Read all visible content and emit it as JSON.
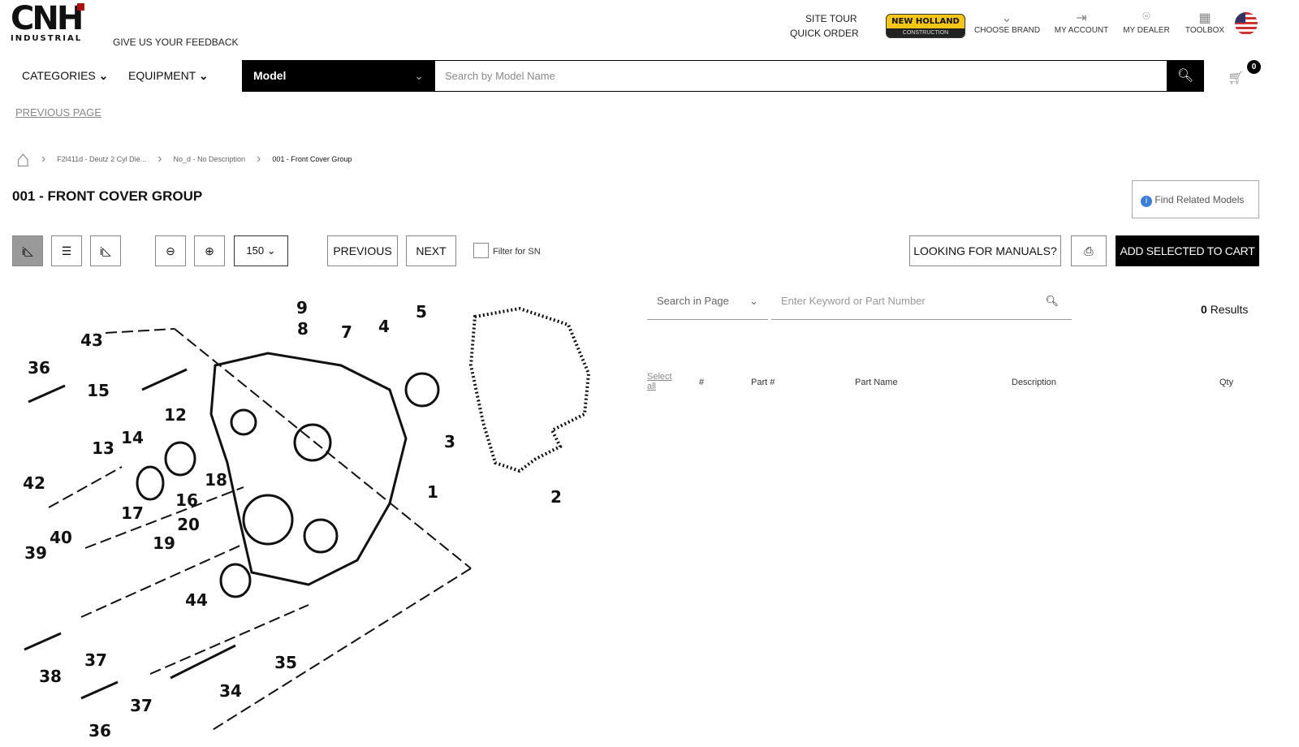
{
  "header": {
    "logo_text": "CNH",
    "logo_sub": "INDUSTRIAL",
    "feedback": "GIVE US YOUR FEEDBACK",
    "site_tour": "SITE TOUR",
    "quick_order": "QUICK ORDER",
    "brand_badge": {
      "line1": "NEW HOLLAND",
      "line2": "CONSTRUCTION"
    },
    "items": [
      {
        "label": "CHOOSE BRAND",
        "icon": "chevron-down-icon"
      },
      {
        "label": "MY ACCOUNT",
        "icon": "login-icon"
      },
      {
        "label": "MY DEALER",
        "icon": "location-pin-icon"
      },
      {
        "label": "TOOLBOX",
        "icon": "grid-icon"
      }
    ]
  },
  "nav": {
    "categories": "CATEGORIES",
    "equipment": "EQUIPMENT",
    "model_select": "Model",
    "search_placeholder": "Search by Model Name",
    "cart_count": "0"
  },
  "previous_page": "PREVIOUS PAGE",
  "breadcrumb": [
    "F2l411d - Deutz 2 Cyl Die...",
    "No_d - No Description",
    "001 - Front Cover Group"
  ],
  "page_title": "001 - FRONT COVER GROUP",
  "find_related": "Find Related Models",
  "toolbar": {
    "zoom_value": "150",
    "previous": "PREVIOUS",
    "next": "NEXT",
    "filter_sn": "Filter for SN",
    "manuals": "LOOKING FOR MANUALS?",
    "add_to_cart": "ADD SELECTED TO CART"
  },
  "parts": {
    "search_scope": "Search in Page",
    "search_placeholder": "Enter Keyword or Part Number",
    "results_count": "0",
    "results_label": "Results",
    "columns": [
      "Select all",
      "#",
      "Part #",
      "Part Name",
      "Description",
      "Qty"
    ]
  },
  "diagram": {
    "callouts": [
      "9",
      "8",
      "7",
      "4",
      "5",
      "43",
      "36",
      "15",
      "12",
      "14",
      "13",
      "3",
      "1",
      "2",
      "42",
      "18",
      "16",
      "17",
      "20",
      "40",
      "39",
      "19",
      "44",
      "37",
      "35",
      "38",
      "34",
      "37",
      "36"
    ]
  }
}
